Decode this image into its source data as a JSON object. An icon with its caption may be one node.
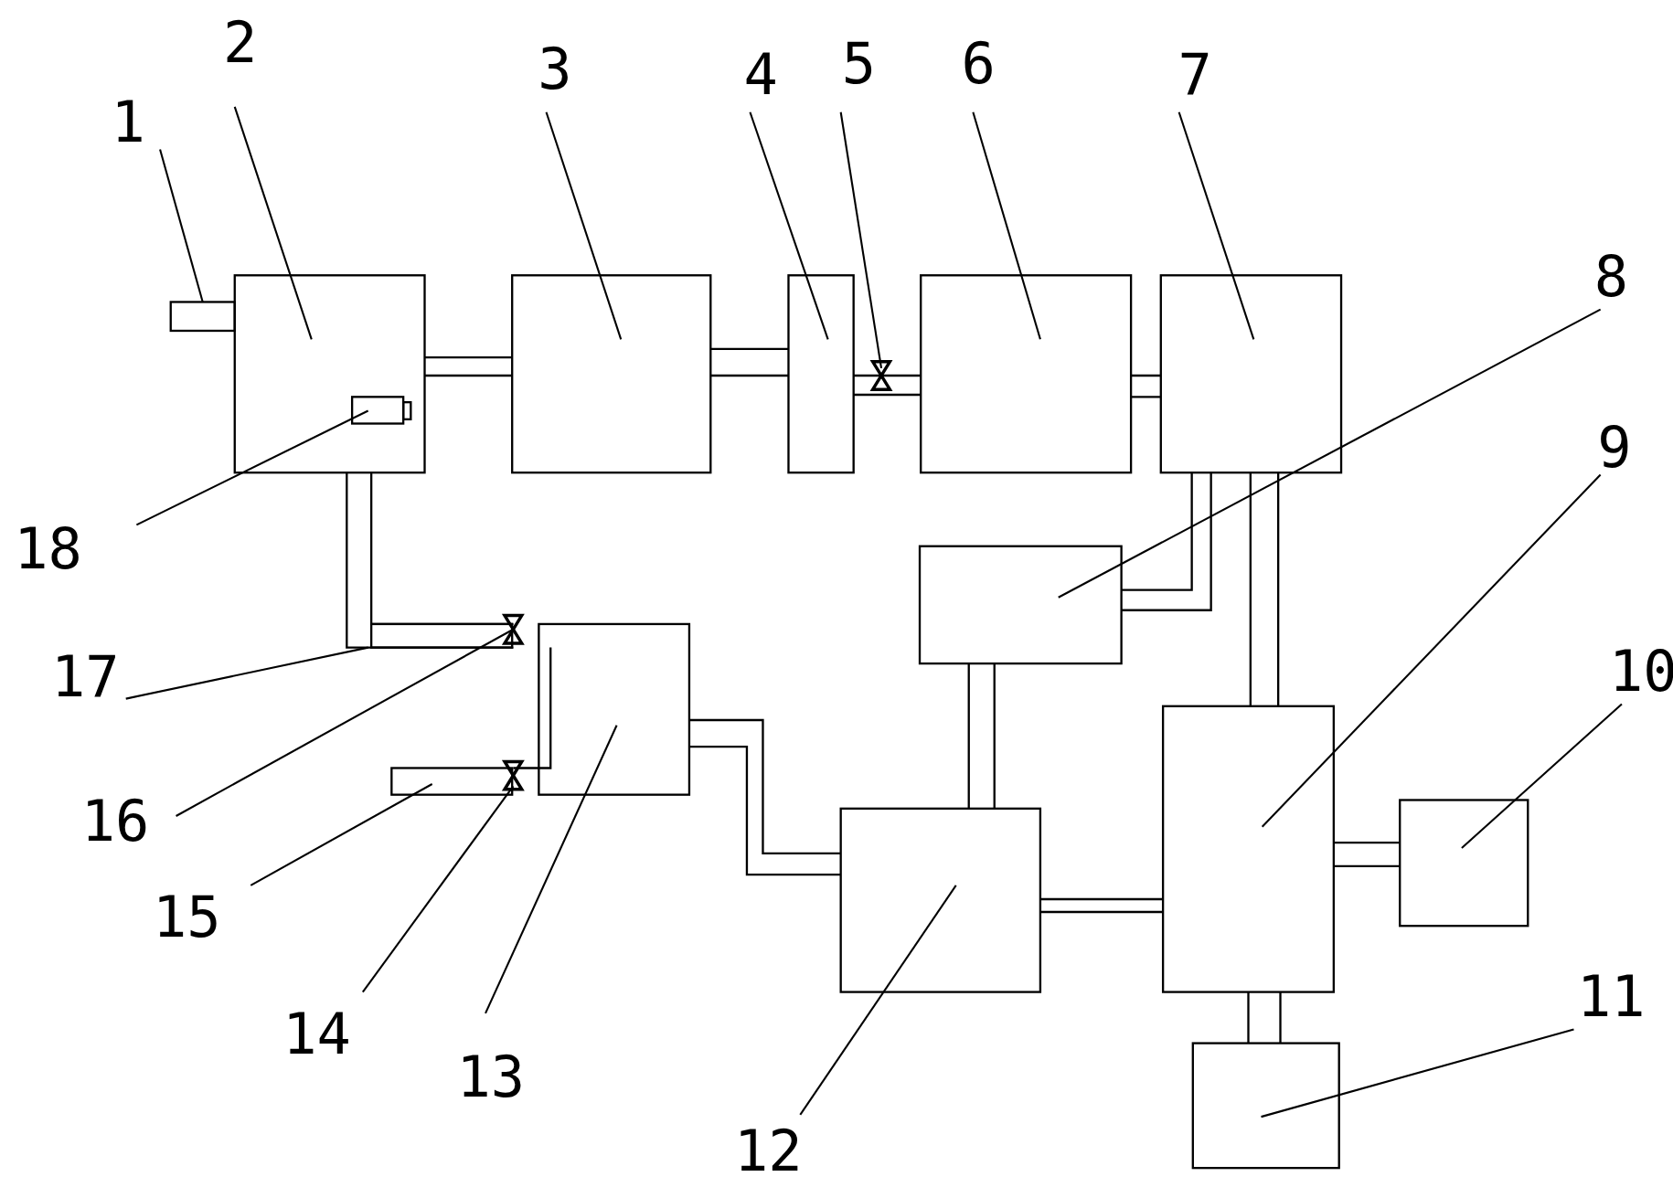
{
  "diagram": {
    "nodes": [
      {
        "text": [
          "1"
        ]
      },
      {
        "text": [
          "2"
        ]
      },
      {
        "text": [
          "3"
        ]
      },
      {
        "text": [
          "4"
        ]
      },
      {
        "text": [
          "5"
        ]
      },
      {
        "text": [
          "6"
        ]
      },
      {
        "text": [
          "7"
        ]
      },
      {
        "text": [
          "8"
        ]
      },
      {
        "text": [
          "9"
        ]
      },
      {
        "text": [
          "10"
        ]
      },
      {
        "text": [
          "11"
        ]
      },
      {
        "text": [
          "12"
        ]
      },
      {
        "text": [
          "13"
        ]
      },
      {
        "text": [
          "14"
        ]
      },
      {
        "text": [
          "15"
        ]
      },
      {
        "text": [
          "16"
        ]
      },
      {
        "text": [
          "17"
        ]
      },
      {
        "text": [
          "18"
        ]
      },
      {
        "text": [],
        "shape": "bar"
      },
      {
        "text": [],
        "shape": "box"
      },
      {
        "text": [],
        "shape": "box"
      },
      {
        "text": [],
        "shape": "box"
      },
      {
        "text": [],
        "shape": "valve"
      },
      {
        "text": [],
        "shape": "box"
      },
      {
        "text": [],
        "shape": "box"
      },
      {
        "text": [],
        "shape": "box"
      },
      {
        "text": [],
        "shape": "box"
      },
      {
        "text": [],
        "shape": "box"
      },
      {
        "text": [],
        "shape": "box"
      },
      {
        "text": [],
        "shape": "box"
      },
      {
        "text": [],
        "shape": "box"
      },
      {
        "text": [],
        "shape": "valve"
      },
      {
        "text": [],
        "shape": "bar"
      },
      {
        "text": [],
        "shape": "valve"
      },
      {
        "text": [],
        "shape": "bar"
      },
      {
        "text": [],
        "shape": "box",
        "in": 19
      }
    ],
    "edges": [
      {
        "from": 0,
        "to": 18,
        "arrow": "none"
      },
      {
        "from": 1,
        "to": 19,
        "arrow": "none"
      },
      {
        "from": 2,
        "to": 20,
        "arrow": "none"
      },
      {
        "from": 3,
        "to": 21,
        "arrow": "none"
      },
      {
        "from": 4,
        "to": 22,
        "arrow": "none"
      },
      {
        "from": 5,
        "to": 23,
        "arrow": "none"
      },
      {
        "from": 6,
        "to": 24,
        "arrow": "none"
      },
      {
        "from": 7,
        "to": 25,
        "arrow": "none"
      },
      {
        "from": 8,
        "to": 26,
        "arrow": "none"
      },
      {
        "from": 9,
        "to": 27,
        "arrow": "none"
      },
      {
        "from": 10,
        "to": 28,
        "arrow": "none"
      },
      {
        "from": 11,
        "to": 29,
        "arrow": "none"
      },
      {
        "from": 12,
        "to": 30,
        "arrow": "none"
      },
      {
        "from": 13,
        "to": 31,
        "arrow": "none"
      },
      {
        "from": 14,
        "to": 32,
        "arrow": "none"
      },
      {
        "from": 15,
        "to": 33,
        "arrow": "none"
      },
      {
        "from": 16,
        "to": 34,
        "arrow": "none"
      },
      {
        "from": 17,
        "to": 35,
        "arrow": "none"
      }
    ]
  }
}
